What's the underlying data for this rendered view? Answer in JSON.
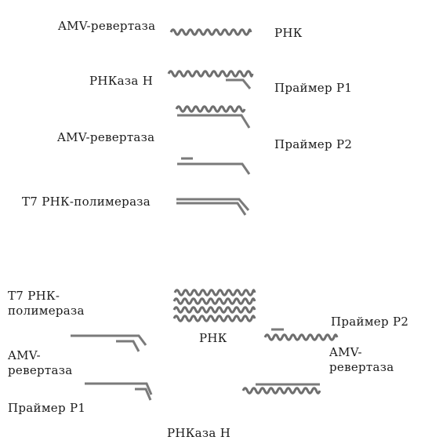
{
  "colors": {
    "text": "#1a1a1a",
    "rna_strand": "#6e6e6e",
    "dna_strand": "#7a7a7a",
    "background": "#ffffff"
  },
  "labels": {
    "rna_top": "РНК",
    "amv_top": "AMV-ревертаза",
    "rnase_h_top": "РНКаза Н",
    "primer_p1_top": "Праймер Р1",
    "amv_second": "AMV-ревертаза",
    "primer_p2_top": "Праймер Р2",
    "t7_top": "Т7 РНК-полимераза",
    "t7_cycle": "Т7 РНК-полимераза",
    "rna_cycle": "РНК",
    "primer_p2_cycle": "Праймер Р2",
    "amv_left_cycle": "AMV-ревертаза",
    "amv_right_cycle": "AMV-ревертаза",
    "primer_p1_cycle": "Праймер Р1",
    "rnase_h_cycle": "РНКаза Н"
  }
}
